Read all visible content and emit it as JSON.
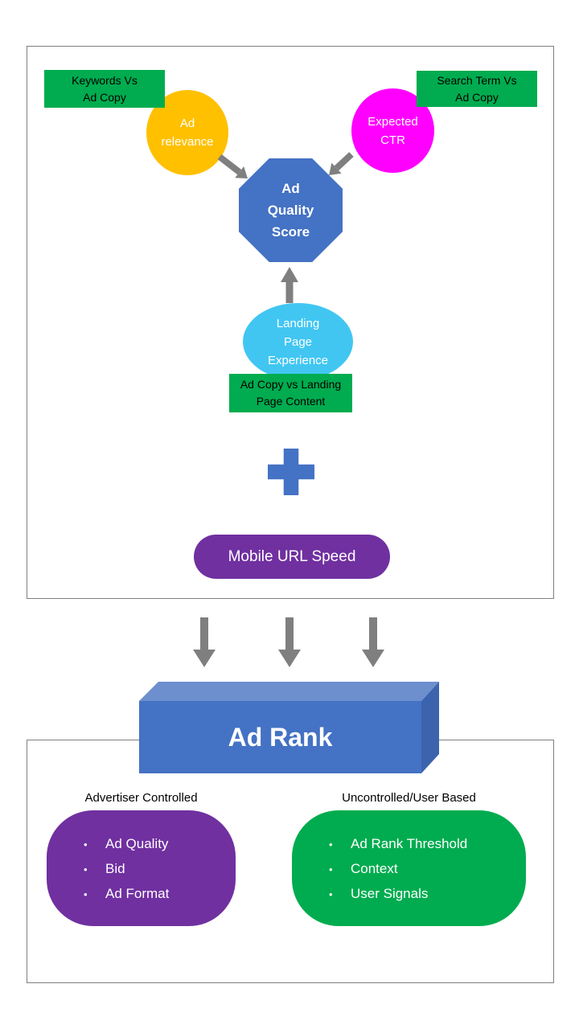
{
  "colors": {
    "green": "#00AC4F",
    "orange": "#FFC000",
    "magenta": "#FF00FF",
    "blue": "#4472C4",
    "blue_top_face": "#6D8FCE",
    "blue_side_face": "#3C63AE",
    "cyan": "#41C6F2",
    "purple": "#7030A0",
    "arrow_gray": "#7F7F7F",
    "panel_border_gray": "#7F7F7F"
  },
  "top_panel": {
    "labels": {
      "keywords": {
        "line1": "Keywords Vs",
        "line2": "Ad Copy"
      },
      "search_term": {
        "line1": "Search Term Vs",
        "line2": "Ad Copy"
      },
      "landing": {
        "line1": "Ad Copy vs Landing",
        "line2": "Page Content"
      }
    },
    "circles": {
      "ad_relevance": {
        "line1": "Ad",
        "line2": "relevance"
      },
      "expected_ctr": {
        "line1": "Expected",
        "line2": "CTR"
      },
      "landing_page": {
        "line1": "Landing",
        "line2": "Page",
        "line3": "Experience"
      }
    },
    "octagon": {
      "line1": "Ad",
      "line2": "Quality",
      "line3": "Score"
    },
    "pill": "Mobile URL Speed"
  },
  "ad_rank": {
    "label": "Ad Rank"
  },
  "bottom_panel": {
    "advertiser": {
      "heading": "Advertiser Controlled",
      "items": [
        "Ad Quality",
        "Bid",
        "Ad Format"
      ],
      "bullet": "•"
    },
    "uncontrolled": {
      "heading": "Uncontrolled/User Based",
      "items": [
        "Ad Rank Threshold",
        "Context",
        "User Signals"
      ],
      "bullet": "•"
    }
  }
}
